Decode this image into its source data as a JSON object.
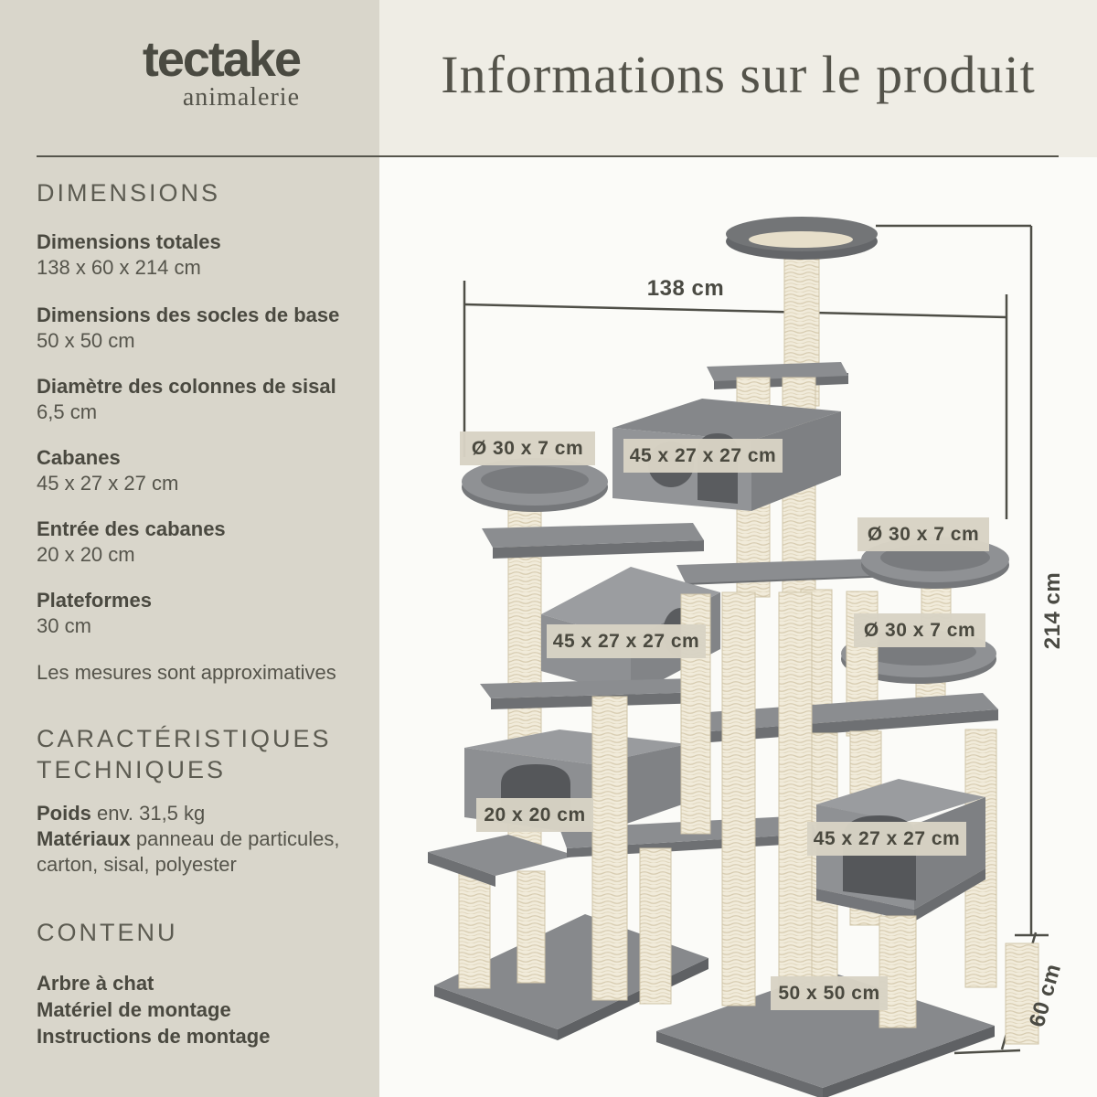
{
  "brand": {
    "name": "tectake",
    "subtitle": "animalerie"
  },
  "header": {
    "title": "Informations sur le produit"
  },
  "sidebar": {
    "sections": [
      {
        "heading": "DIMENSIONS",
        "entries": [
          {
            "label": "Dimensions totales",
            "value": "138 x 60 x 214 cm"
          },
          {
            "label": "Dimensions des socles de base",
            "value": "50 x 50 cm"
          },
          {
            "label": "Diamètre des colonnes de sisal",
            "value": "6,5 cm"
          },
          {
            "label": "Cabanes",
            "value": "45 x 27 x 27 cm"
          },
          {
            "label": "Entrée des cabanes",
            "value": "20 x 20 cm"
          },
          {
            "label": "Plateformes",
            "value": "30 cm"
          }
        ],
        "note": "Les mesures sont approximatives"
      },
      {
        "heading": "CARACTÉRISTIQUES TECHNIQUES",
        "entries": [
          {
            "label": "Poids",
            "value": "env. 31,5 kg"
          },
          {
            "label": "Matériaux",
            "value": "panneau de particules, carton, sisal, polyester"
          }
        ]
      },
      {
        "heading": "CONTENU",
        "items": [
          "Arbre à chat",
          "Matériel de montage",
          "Instructions de montage"
        ]
      }
    ]
  },
  "diagram": {
    "dimensions": {
      "width": "138 cm",
      "height": "214 cm",
      "depth": "60 cm"
    },
    "part_labels": [
      {
        "text": "Ø 30 x 7 cm"
      },
      {
        "text": "45 x 27 x 27 cm"
      },
      {
        "text": "Ø 30 x 7 cm"
      },
      {
        "text": "Ø 30 x 7 cm"
      },
      {
        "text": "45 x 27 x 27 cm"
      },
      {
        "text": "20 x 20 cm"
      },
      {
        "text": "45 x 27 x 27 cm"
      },
      {
        "text": "50 x 50 cm"
      }
    ]
  },
  "colors": {
    "sidebar_bg": "#d9d6cb",
    "header_bg": "#efede5",
    "stage_bg": "#fbfbf8",
    "text_dark": "#4a4940",
    "text_mid": "#55544b",
    "label_box_bg": "#d8d3c4",
    "dimension_line": "#4e4e47",
    "tree_grey": "#8b8d90",
    "sisal_cream": "#f1ebda"
  }
}
